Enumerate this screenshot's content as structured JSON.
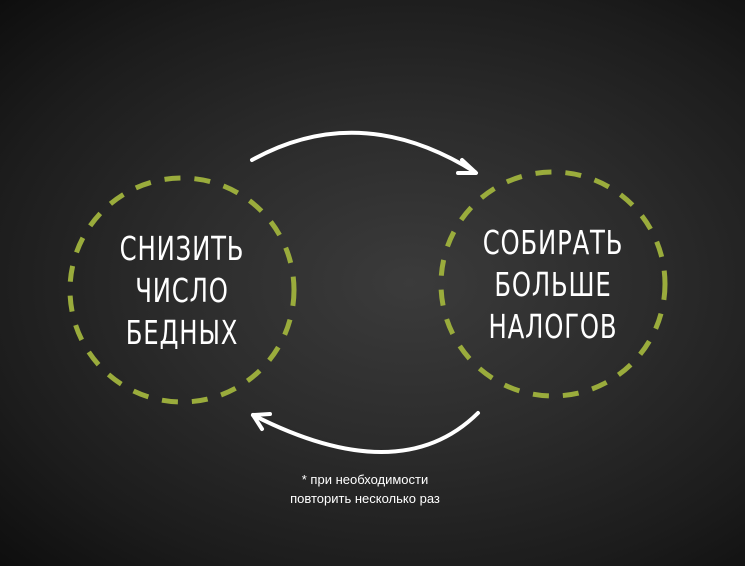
{
  "diagram": {
    "type": "cycle",
    "nodes": [
      {
        "id": "left",
        "lines": [
          "СНИЗИТЬ",
          "ЧИСЛО",
          "БЕДНЫХ"
        ]
      },
      {
        "id": "right",
        "lines": [
          "СОБИРАТЬ",
          "БОЛЬШЕ",
          "НАЛОГОВ"
        ]
      }
    ],
    "edges": [
      {
        "from": "left",
        "to": "right",
        "position": "top"
      },
      {
        "from": "right",
        "to": "left",
        "position": "bottom"
      }
    ],
    "footnote": {
      "line1": "* при необходимости",
      "line2": "повторить несколько раз"
    },
    "colors": {
      "circle_dash": "#9aac3c",
      "text": "#ffffff",
      "background": "#2a2a2a"
    }
  }
}
